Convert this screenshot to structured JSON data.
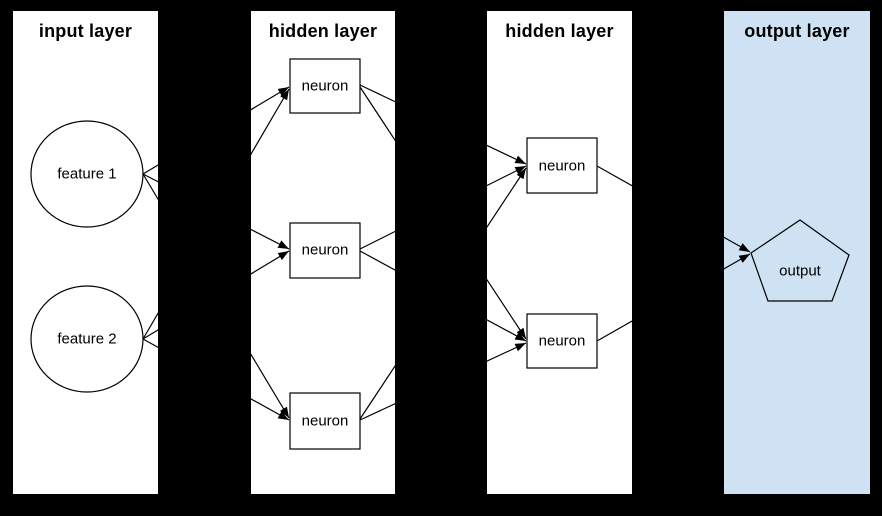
{
  "diagram": {
    "colors": {
      "background": "#000000",
      "panel": "#ffffff",
      "output_panel": "#cfe2f3",
      "stroke": "#000000",
      "node_fill": "#ffffff"
    },
    "layers": [
      {
        "title": "input layer"
      },
      {
        "title": "hidden layer"
      },
      {
        "title": "hidden layer"
      },
      {
        "title": "output layer"
      }
    ],
    "nodes": {
      "feature1": {
        "label": "feature 1",
        "shape": "circle",
        "layer": "input"
      },
      "feature2": {
        "label": "feature 2",
        "shape": "circle",
        "layer": "input"
      },
      "hidden1_neuron1": {
        "label": "neuron",
        "shape": "rect",
        "layer": "hidden-1"
      },
      "hidden1_neuron2": {
        "label": "neuron",
        "shape": "rect",
        "layer": "hidden-1"
      },
      "hidden1_neuron3": {
        "label": "neuron",
        "shape": "rect",
        "layer": "hidden-1"
      },
      "hidden2_neuron1": {
        "label": "neuron",
        "shape": "rect",
        "layer": "hidden-2"
      },
      "hidden2_neuron2": {
        "label": "neuron",
        "shape": "rect",
        "layer": "hidden-2"
      },
      "output": {
        "label": "output",
        "shape": "pentagon",
        "layer": "output"
      }
    },
    "edges": [
      {
        "from": "feature1",
        "to": "hidden1_neuron1"
      },
      {
        "from": "feature1",
        "to": "hidden1_neuron2"
      },
      {
        "from": "feature1",
        "to": "hidden1_neuron3"
      },
      {
        "from": "feature2",
        "to": "hidden1_neuron1"
      },
      {
        "from": "feature2",
        "to": "hidden1_neuron2"
      },
      {
        "from": "feature2",
        "to": "hidden1_neuron3"
      },
      {
        "from": "hidden1_neuron1",
        "to": "hidden2_neuron1"
      },
      {
        "from": "hidden1_neuron1",
        "to": "hidden2_neuron2"
      },
      {
        "from": "hidden1_neuron2",
        "to": "hidden2_neuron1"
      },
      {
        "from": "hidden1_neuron2",
        "to": "hidden2_neuron2"
      },
      {
        "from": "hidden1_neuron3",
        "to": "hidden2_neuron1"
      },
      {
        "from": "hidden1_neuron3",
        "to": "hidden2_neuron2"
      },
      {
        "from": "hidden2_neuron1",
        "to": "output"
      },
      {
        "from": "hidden2_neuron2",
        "to": "output"
      }
    ]
  }
}
